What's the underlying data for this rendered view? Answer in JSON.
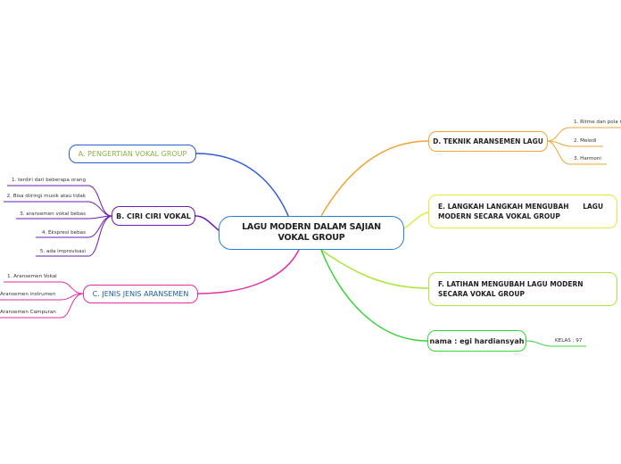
{
  "center": {
    "line1": "LAGU MODERN DALAM SAJIAN",
    "line2": "VOKAL GROUP"
  },
  "branches": {
    "a": {
      "label": "A. PENGERTIAN VOKAL GROUP"
    },
    "b": {
      "label": "B. CIRI CIRI VOKAL",
      "items": [
        "1. terdiri dari beberapa orang",
        "2. Bisa diiringi musik atau tidak",
        "3. aransemen vokal bebas",
        "4. Ekspresi  bebas",
        "5. ada improvisasi"
      ]
    },
    "c": {
      "label": "C. JENIS JENIS ARANSEMEN",
      "items": [
        "1. Aransemen Vokal",
        "Aransemen instrumen",
        "Aransemen Campuran"
      ]
    },
    "d": {
      "label": "D. TEKNIK ARANSEMEN LAGU",
      "items": [
        "1. Ritme dan pola r",
        "2. Melodi",
        "3. Harmoni"
      ]
    },
    "e": {
      "line1": "E. LANGKAH LANGKAH MENGUBAH      LAGU",
      "line2": "MODERN SECARA VOKAL GROUP"
    },
    "f": {
      "line1": "F. LATIHAN MENGUBAH LAGU MODERN",
      "line2": "SECARA VOKAL GROUP"
    },
    "name": {
      "label": "nama : egi hardiansyah",
      "items": [
        "KELAS ; 97"
      ]
    }
  },
  "colors": {
    "center": "#2a7fd4",
    "a": "#2e5bd6",
    "b": "#6a1bb5",
    "c": "#e22fa6",
    "d": "#f0a431",
    "e": "#e8e83a",
    "f": "#a8e83a",
    "name": "#36d436",
    "a_text": "#8cb04a",
    "c_text": "#1e5fa8"
  }
}
